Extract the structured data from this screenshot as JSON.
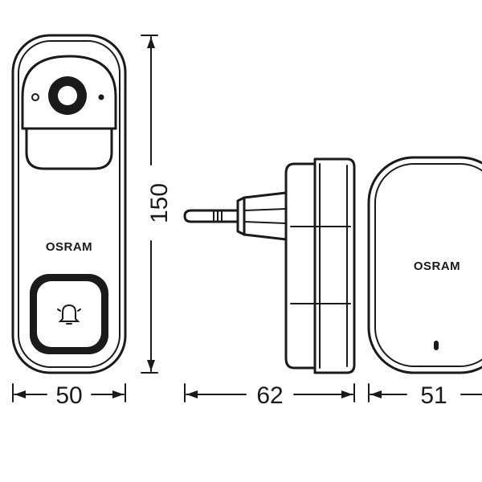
{
  "brand": {
    "doorbell_logo": "OSRAM",
    "chime_logo": "OSRAM"
  },
  "dimensions": {
    "doorbell_height": "150",
    "doorbell_width": "50",
    "plug_width": "62",
    "chime_width": "51"
  },
  "icons": {
    "doorbell_button": "bell-icon"
  },
  "colors": {
    "line": "#1a1a1a",
    "background": "#ffffff"
  }
}
